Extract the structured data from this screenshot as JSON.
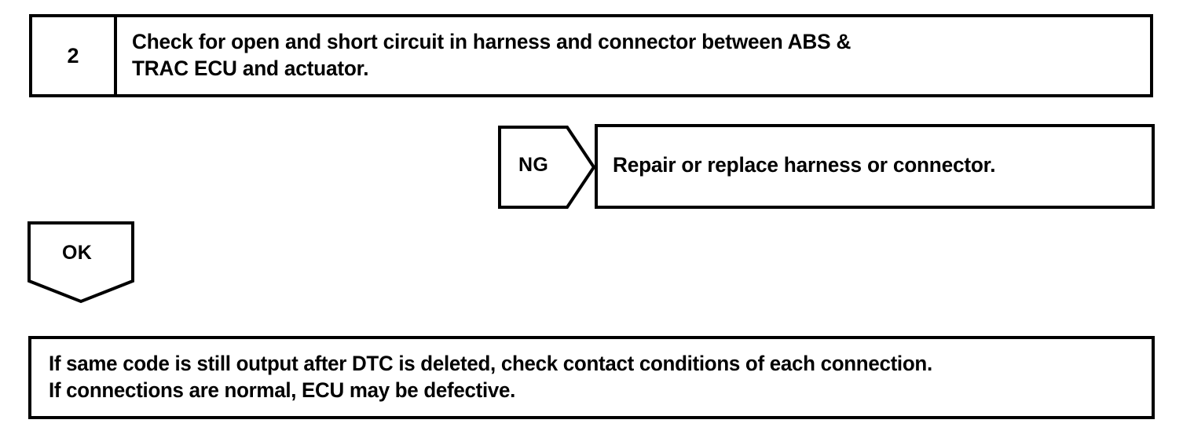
{
  "document": {
    "kind": "automotive-diagnostic-flowchart",
    "background_color": "#ffffff",
    "line_color": "#000000"
  },
  "step": {
    "number": "2",
    "instruction": "Check for open and short circuit in harness and connector between ABS &\nTRAC ECU and actuator."
  },
  "branches": {
    "ng": {
      "label": "NG",
      "result": "Repair or replace harness or connector."
    },
    "ok": {
      "label": "OK"
    }
  },
  "note": {
    "text": "If same code is still output after DTC is deleted, check contact conditions of each connection.\nIf connections are normal, ECU may be defective."
  }
}
